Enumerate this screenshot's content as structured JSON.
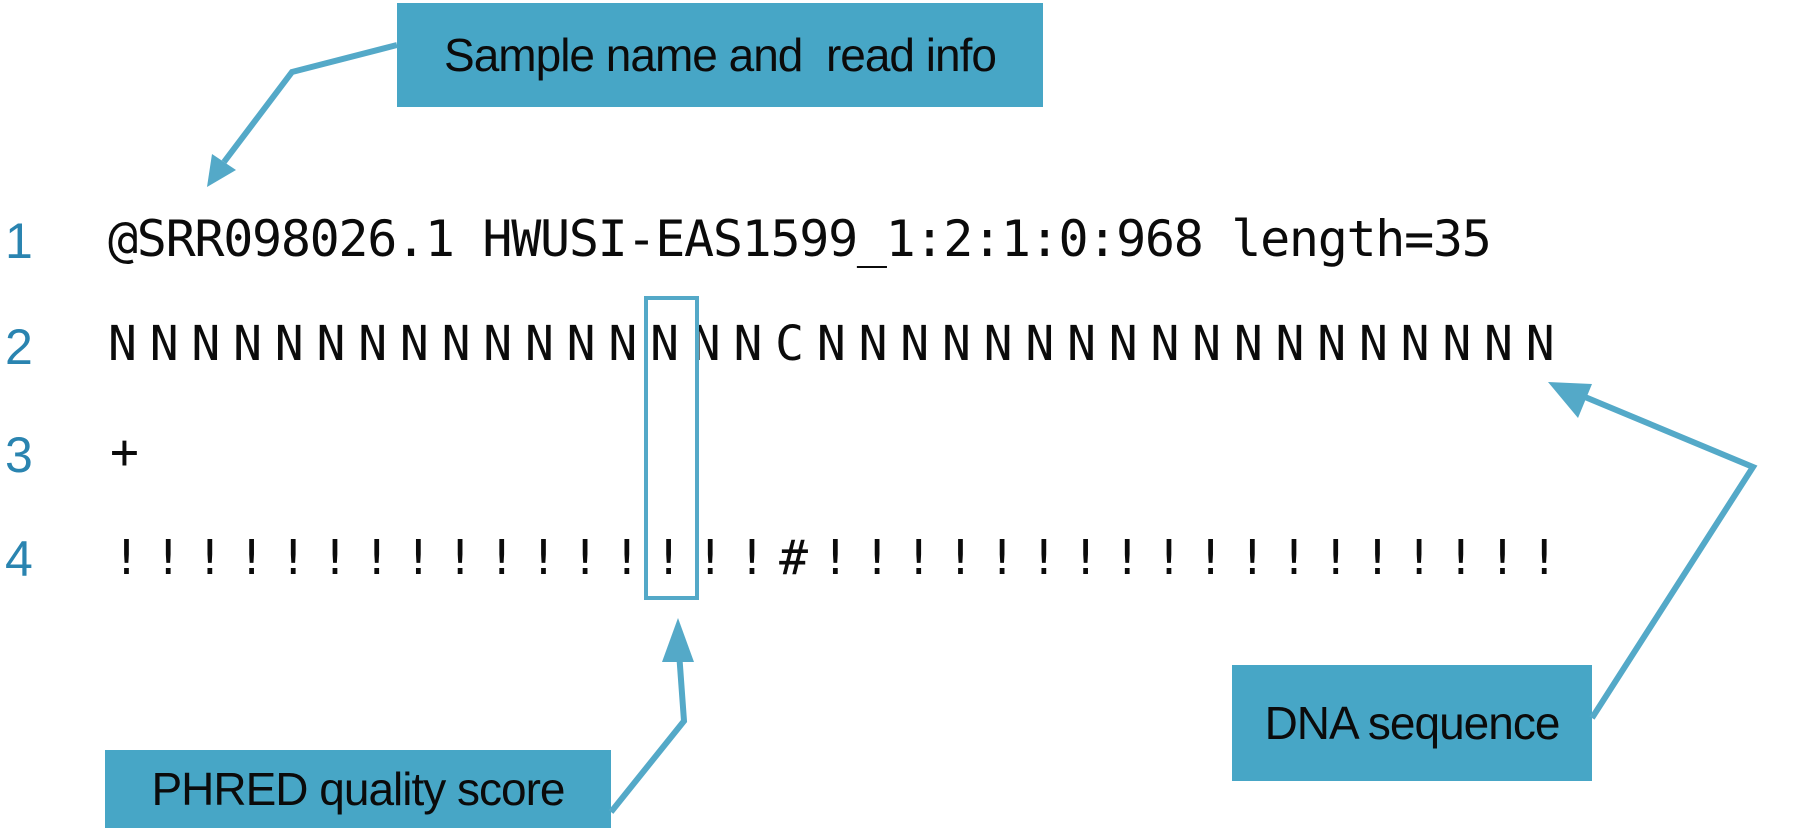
{
  "colors": {
    "box_fill": "#47a6c6",
    "arrow": "#54a9c8",
    "line_number": "#2a84b0",
    "text": "#0b0b0b"
  },
  "callouts": {
    "sample": {
      "label": "Sample name and  read info"
    },
    "phred": {
      "label": "PHRED quality score"
    },
    "dna": {
      "label": "DNA sequence"
    }
  },
  "fastq": {
    "lines": [
      {
        "num": "1",
        "text": "@SRR098026.1 HWUSI-EAS1599_1:2:1:0:968 length=35"
      },
      {
        "num": "2",
        "text": "NNNNNNNNNNNNNNNNCNNNNNNNNNNNNNNNNNN"
      },
      {
        "num": "3",
        "text": "+"
      },
      {
        "num": "4",
        "text": "!!!!!!!!!!!!!!!!#!!!!!!!!!!!!!!!!!!"
      }
    ]
  }
}
